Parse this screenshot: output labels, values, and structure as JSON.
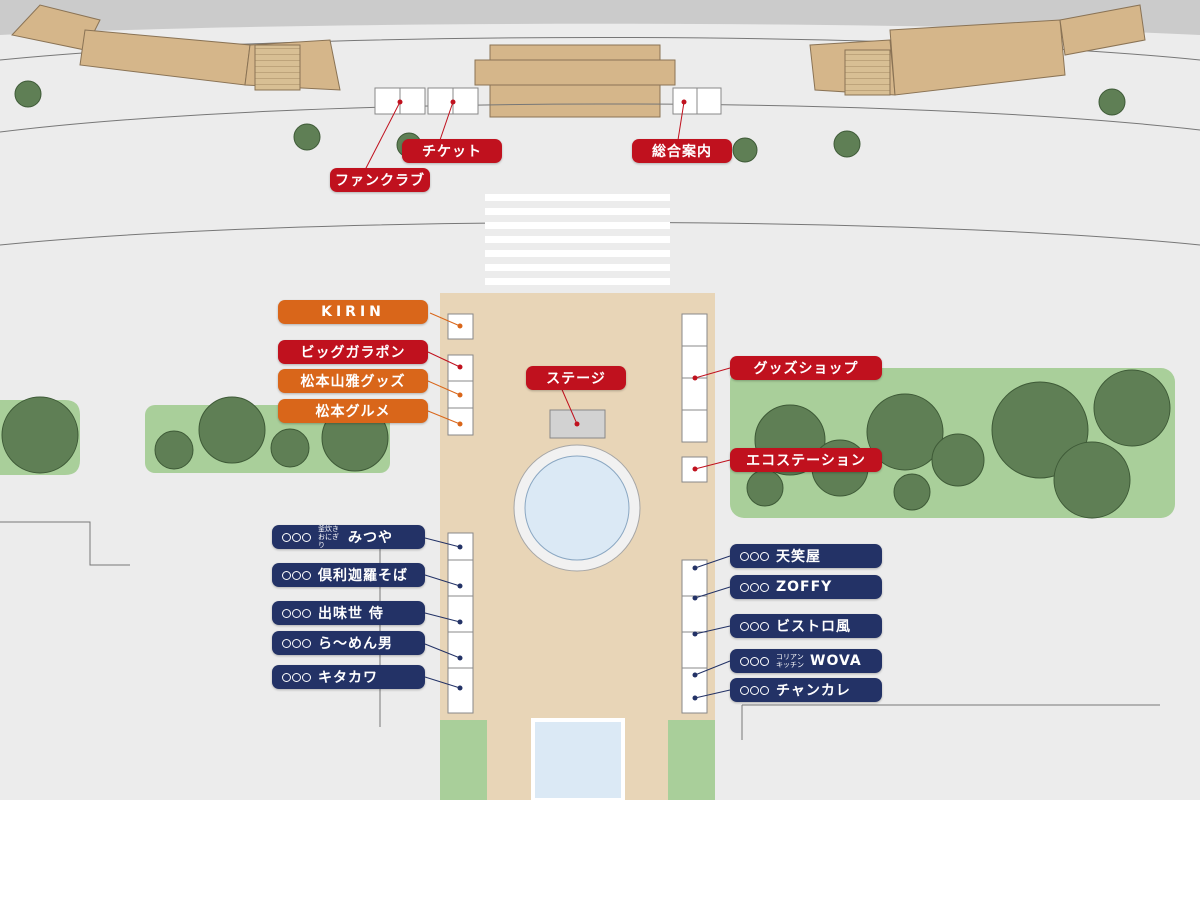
{
  "colors": {
    "red": "#c0111e",
    "orange": "#d9661a",
    "navy": "#233266",
    "plaza": "#e8d5b7",
    "water": "#dbe9f5",
    "green": "#a9cf9a"
  },
  "labels": {
    "fanclub": "ファンクラブ",
    "ticket": "チケット",
    "info": "総合案内",
    "kirin": "KIRIN",
    "biggara": "ビッグガラポン",
    "yamaga": "松本山雅グッズ",
    "gourmet": "松本グルメ",
    "stage": "ステージ",
    "goods": "グッズショップ",
    "eco": "エコステーション"
  },
  "food_left": [
    {
      "sub": "釜炊き おにぎり",
      "name": "みつや"
    },
    {
      "sub": "",
      "name": "倶利迦羅そば"
    },
    {
      "sub": "",
      "name": "出味世 侍"
    },
    {
      "sub": "",
      "name": "ら〜めん男"
    },
    {
      "sub": "",
      "name": "キタカワ"
    }
  ],
  "food_right": [
    {
      "sub": "",
      "name": "天笑屋"
    },
    {
      "sub": "",
      "name": "ZOFFY"
    },
    {
      "sub": "",
      "name": "ビストロ風"
    },
    {
      "sub": "コリアン キッチン",
      "name": "WOVA"
    },
    {
      "sub": "",
      "name": "チャンカレ"
    }
  ]
}
